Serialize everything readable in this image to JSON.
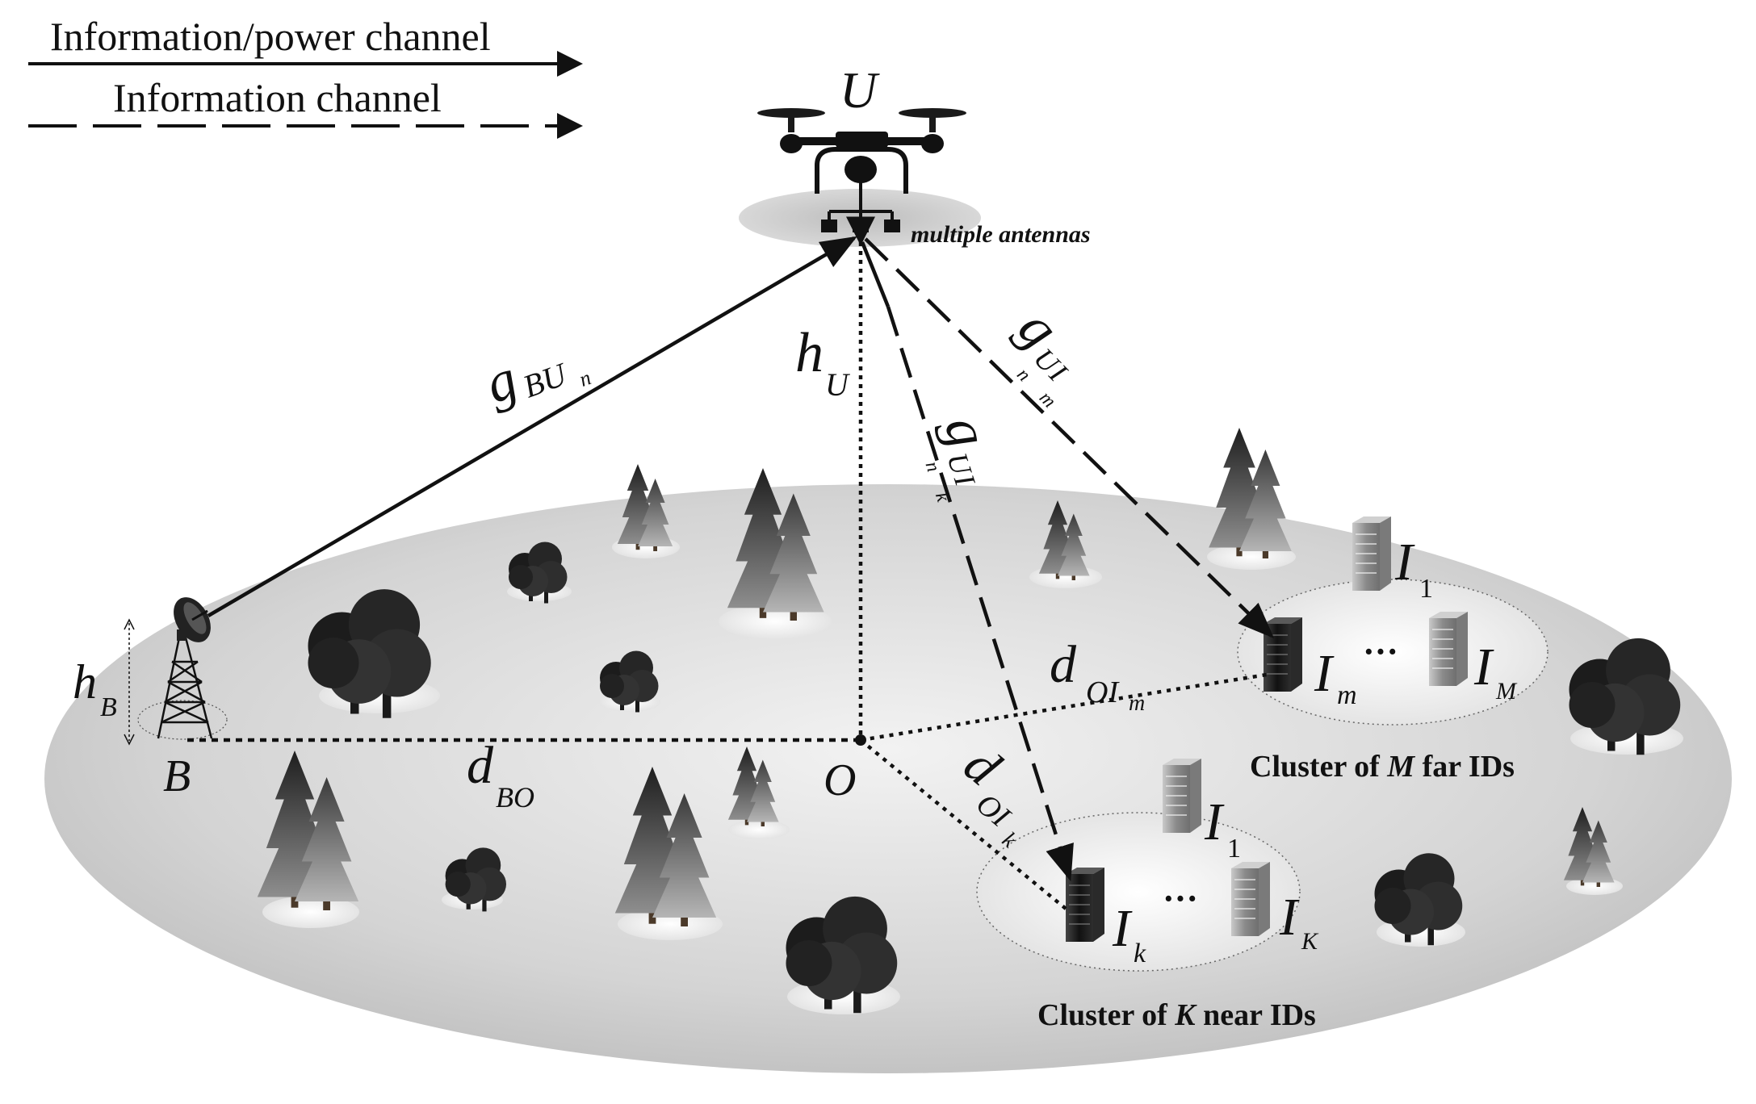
{
  "legend": {
    "solid_label": "Information/power channel",
    "dashed_label": "Information channel"
  },
  "uav": {
    "label": "U",
    "antennas_label": "multiple antennas"
  },
  "nodes": {
    "base_station": "B",
    "origin": "O"
  },
  "heights": {
    "uav_main": "h",
    "uav_sub": "U",
    "bs_main": "h",
    "bs_sub": "B"
  },
  "distances": {
    "bo_main": "d",
    "bo_sub": "BO",
    "oim_main": "d",
    "oim_sub": "OI",
    "oim_subsub": "m",
    "oik_main": "d",
    "oik_sub": "OI",
    "oik_subsub": "k"
  },
  "channels": {
    "gbu_main": "g",
    "gbu_sub": "BU",
    "gbu_subsub": "n",
    "guim_main": "g",
    "guim_sub": "U",
    "guim_subsub_n": "n",
    "guim_sub2": "I",
    "guim_subsub_m": "m",
    "guik_main": "g",
    "guik_sub": "U",
    "guik_subsub_n": "n",
    "guik_sub2": "I",
    "guik_subsub_k": "k"
  },
  "far_cluster": {
    "caption_pre": "Cluster of ",
    "caption_var": "M",
    "caption_post": " far IDs",
    "dev1_main": "I",
    "dev1_sub": "1",
    "devm_main": "I",
    "devm_sub": "m",
    "devM_main": "I",
    "devM_sub": "M",
    "ellipsis": "···"
  },
  "near_cluster": {
    "caption_pre": "Cluster of ",
    "caption_var": "K",
    "caption_post": " near IDs",
    "dev1_main": "I",
    "dev1_sub": "1",
    "devk_main": "I",
    "devk_sub": "k",
    "devK_main": "I",
    "devK_sub": "K",
    "ellipsis": "···"
  }
}
